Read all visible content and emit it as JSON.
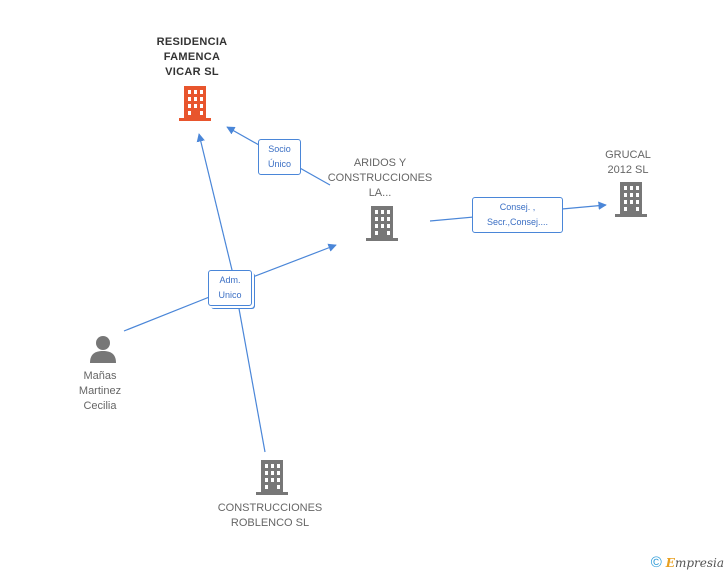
{
  "nodes": {
    "residencia": {
      "label": "RESIDENCIA\nFAMENCA\nVICAR SL",
      "type": "company",
      "highlight": true
    },
    "aridos": {
      "label": "ARIDOS Y\nCONSTRUCCIONES\nLA...",
      "type": "company"
    },
    "grucal": {
      "label": "GRUCAL\n2012 SL",
      "type": "company"
    },
    "manas": {
      "label": "Mañas\nMartinez\nCecilia",
      "type": "person"
    },
    "roblenco": {
      "label": "CONSTRUCCIONES\nROBLENCO SL",
      "type": "company"
    }
  },
  "edges": {
    "socio_unico": "Socio\nÚnico",
    "adm_unico": "Adm.\nUnico",
    "consej": "Consej. ,\nSecr.,Consej...."
  },
  "colors": {
    "highlight": "#e8552d",
    "building": "#777777",
    "edge": "#4a86d8"
  },
  "icons": {
    "company": "building-icon",
    "person": "person-icon"
  },
  "footer": {
    "copyright": "©",
    "brand_initial": "E",
    "brand_rest": "mpresia"
  }
}
